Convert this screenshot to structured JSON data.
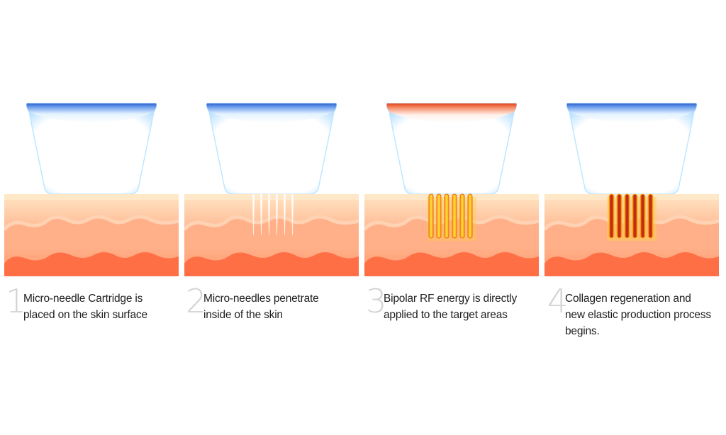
{
  "colors": {
    "skin_top": "#ffe5c2",
    "skin_mid": "#ffb48a",
    "skin_deep": "#ff8359",
    "cartridge_cool": "#2f6fd8",
    "cartridge_hot": "#ef4b1f",
    "needle_plain": "#ffffff",
    "needle_energy": "#ffd31a",
    "needle_collagen": "#c8341a",
    "step_number": "#d3d3d3",
    "text": "#1f1f1f"
  },
  "steps": [
    {
      "number": "1",
      "state": "placed",
      "lines": [
        "Micro-needle Cartridge is",
        "placed on the skin surface"
      ]
    },
    {
      "number": "2",
      "state": "penetrate",
      "lines": [
        "Micro-needles penetrate",
        "inside of the skin"
      ]
    },
    {
      "number": "3",
      "state": "rf-energy",
      "lines": [
        "Bipolar RF energy is directly",
        "applied to the target areas"
      ]
    },
    {
      "number": "4",
      "state": "collagen",
      "lines": [
        "Collagen regeneration and",
        "new elastic production process",
        "begins."
      ]
    }
  ]
}
